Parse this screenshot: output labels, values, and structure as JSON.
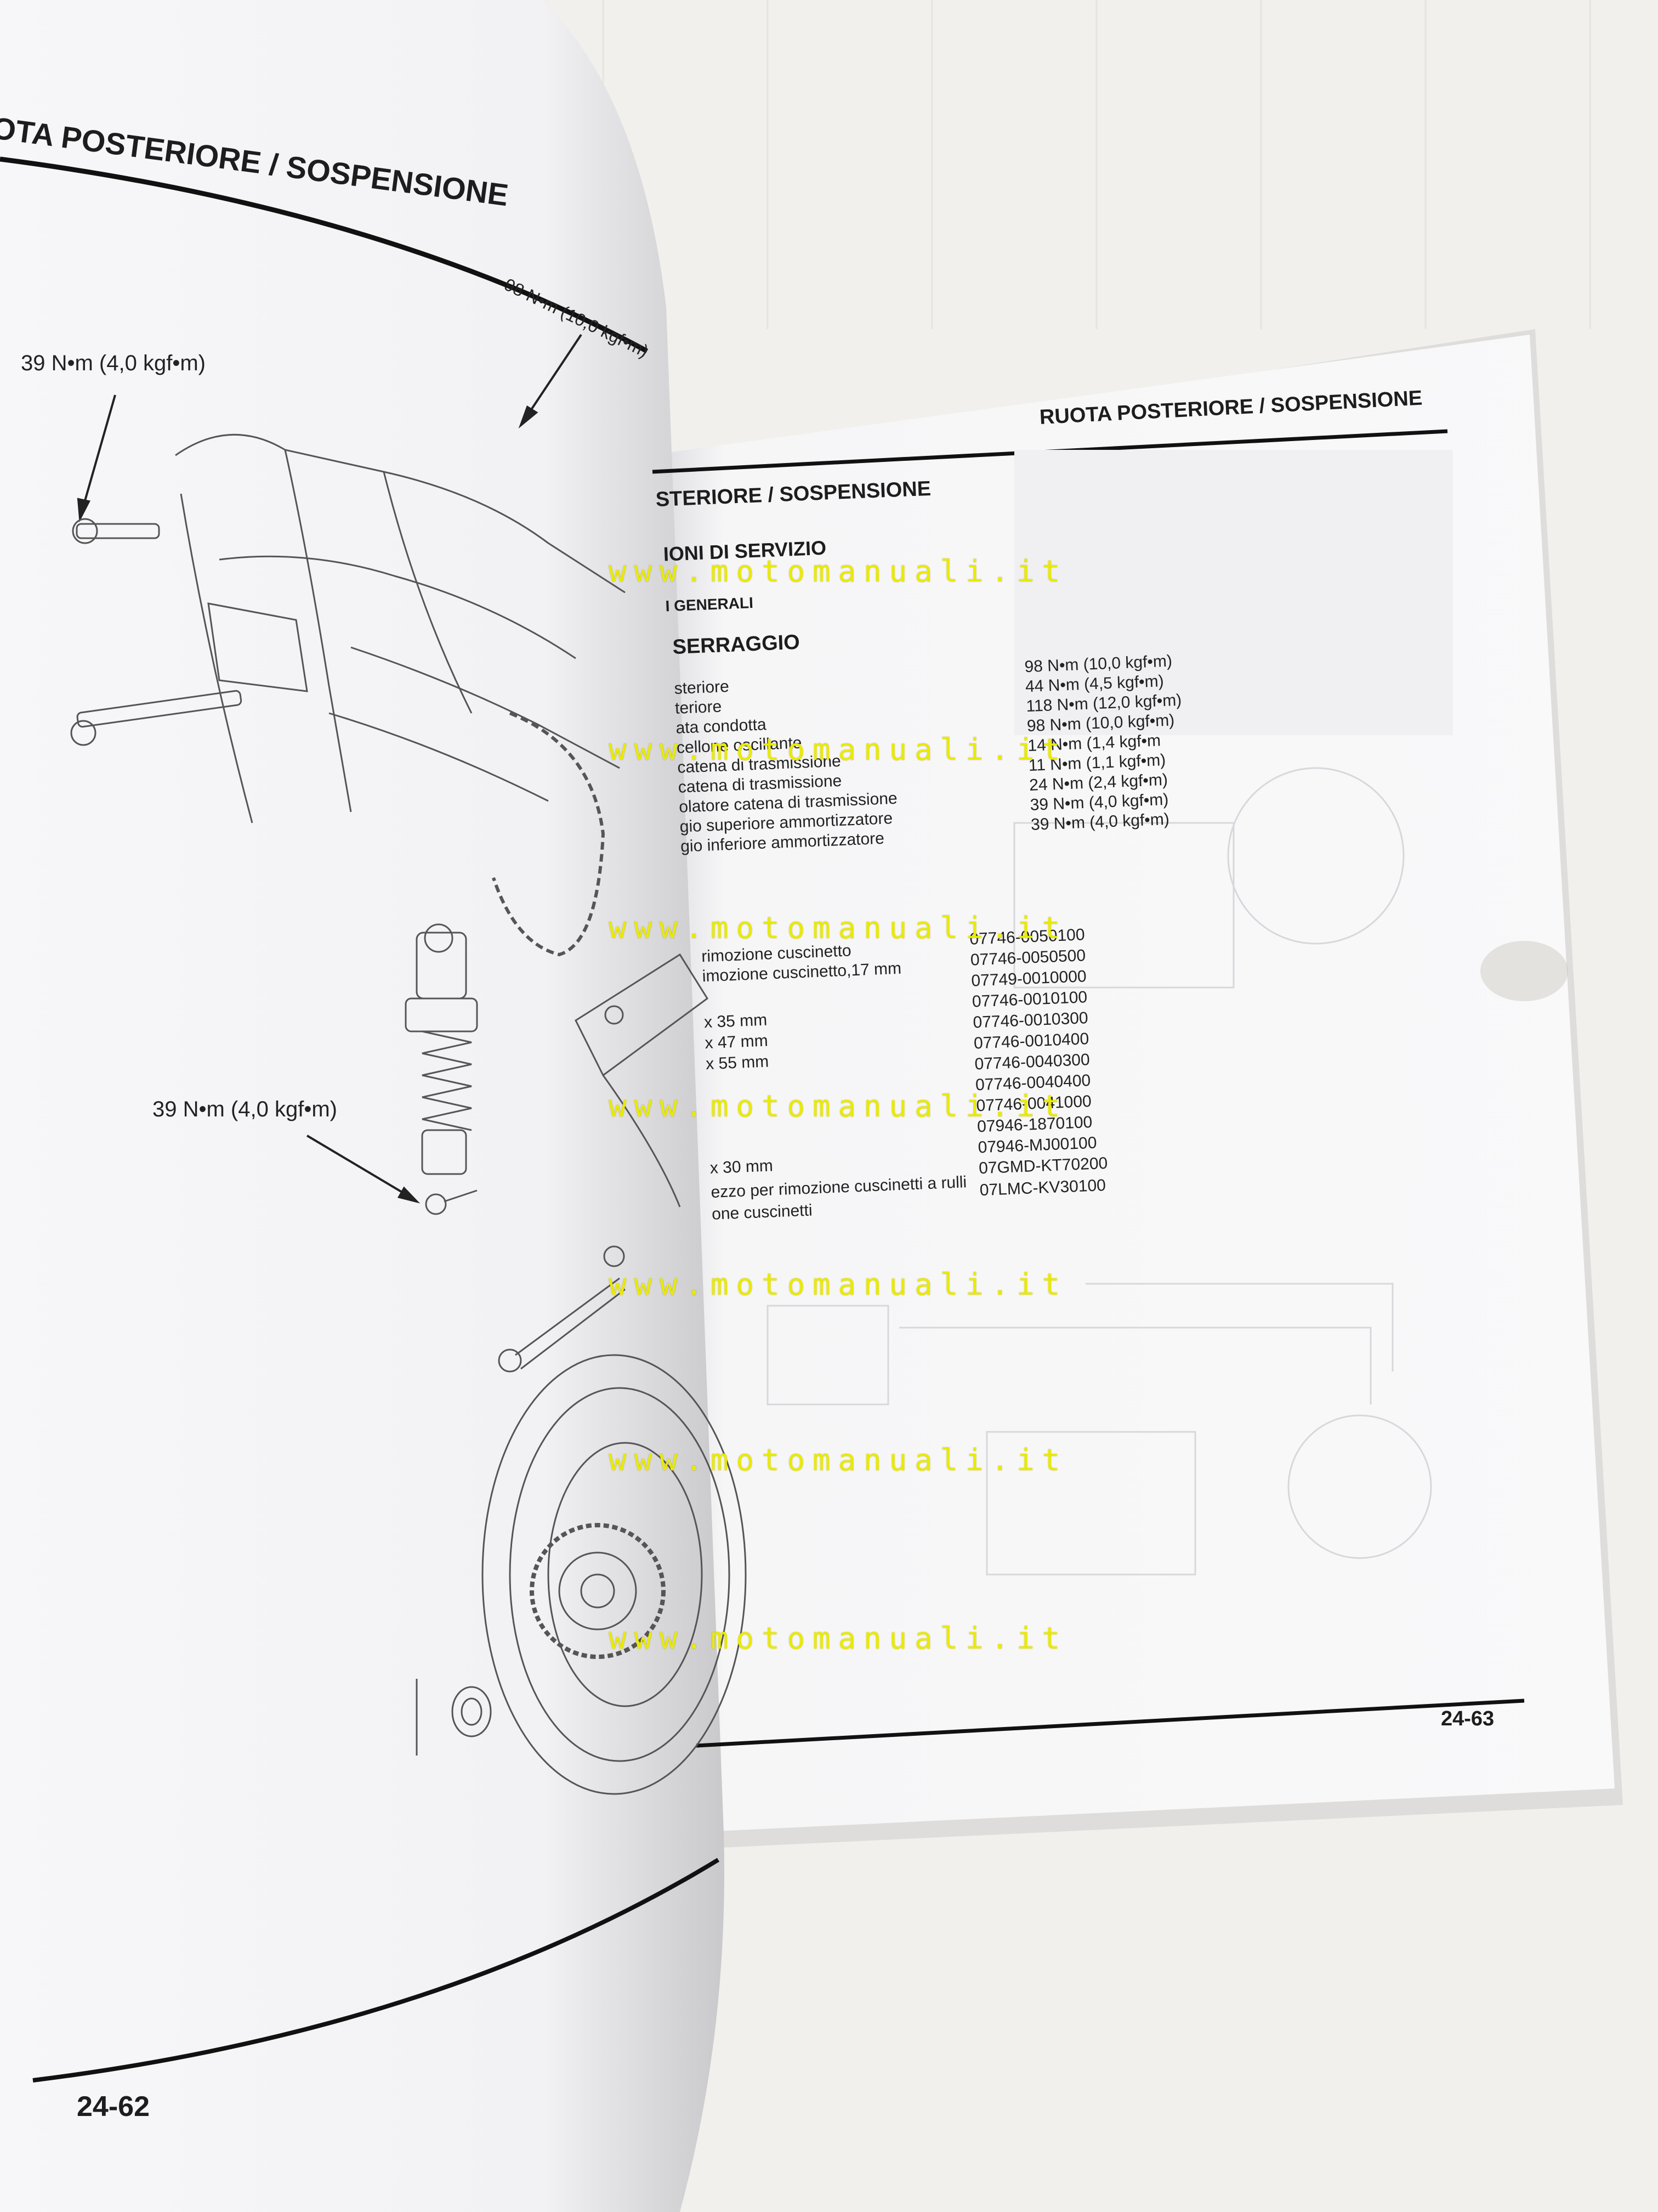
{
  "left_page": {
    "header": "OTA POSTERIORE / SOSPENSIONE",
    "torque_top_right": "98 N•m (10,0 kgf•m)",
    "torque_top_left": "39 N•m (4,0 kgf•m)",
    "torque_mid": "39 N•m (4,0 kgf•m)",
    "page_number": "24-62"
  },
  "right_page": {
    "running_header": "RUOTA POSTERIORE / SOSPENSIONE",
    "title": "STERIORE / SOSPENSIONE",
    "section1": "IONI DI SERVIZIO",
    "subsection1": "I GENERALI",
    "section2": "SERRAGGIO",
    "torque_rows": [
      {
        "label": "steriore",
        "value": "98 N•m (10,0 kgf•m)"
      },
      {
        "label": "teriore",
        "value": "44 N•m (4,5 kgf•m)"
      },
      {
        "label": "ata condotta",
        "value": "118 N•m (12,0 kgf•m)"
      },
      {
        "label": "cellone oscillante",
        "value": "98 N•m (10,0 kgf•m)"
      },
      {
        "label": "catena di trasmissione",
        "value": "14 N•m (1,4 kgf•m"
      },
      {
        "label": "catena di trasmissione",
        "value": "11 N•m (1,1 kgf•m)"
      },
      {
        "label": "olatore catena di trasmissione",
        "value": "24 N•m (2,4 kgf•m)"
      },
      {
        "label": "gio superiore ammortizzatore",
        "value": "39 N•m (4,0 kgf•m)"
      },
      {
        "label": "gio inferiore ammortizzatore",
        "value": "39 N•m (4,0 kgf•m)"
      }
    ],
    "tool_rows": [
      {
        "label": "rimozione cuscinetto",
        "code": "07746-0050100"
      },
      {
        "label": "imozione cuscinetto,17 mm",
        "code": "07746-0050500"
      },
      {
        "label": "",
        "code": "07749-0010000"
      },
      {
        "label": "x 35 mm",
        "code": "07746-0010100"
      },
      {
        "label": "x 47 mm",
        "code": "07746-0010300"
      },
      {
        "label": "x 55 mm",
        "code": "07746-0010400"
      },
      {
        "label": "",
        "code": "07746-0040300"
      },
      {
        "label": "",
        "code": "07746-0040400"
      },
      {
        "label": "",
        "code": "07746-0041000"
      },
      {
        "label": "",
        "code": "07946-1870100"
      },
      {
        "label": "x 30 mm",
        "code": "07946-MJ00100"
      },
      {
        "label": "ezzo per rimozione cuscinetti a rulli",
        "code": "07GMD-KT70200"
      },
      {
        "label": "one cuscinetti",
        "code": "07LMC-KV30100"
      }
    ],
    "page_number": "24-63"
  },
  "watermarks": [
    "www.motomanuali.it",
    "www.motomanuali.it",
    "www.motomanuali.it",
    "www.motomanuali.it",
    "www.motomanuali.it",
    "www.motomanuali.it",
    "www.motomanuali.it"
  ],
  "colors": {
    "background": "#f4f3f0",
    "page": "#ffffff",
    "watermark": "#eaea00",
    "ink": "#1d1d1d"
  }
}
